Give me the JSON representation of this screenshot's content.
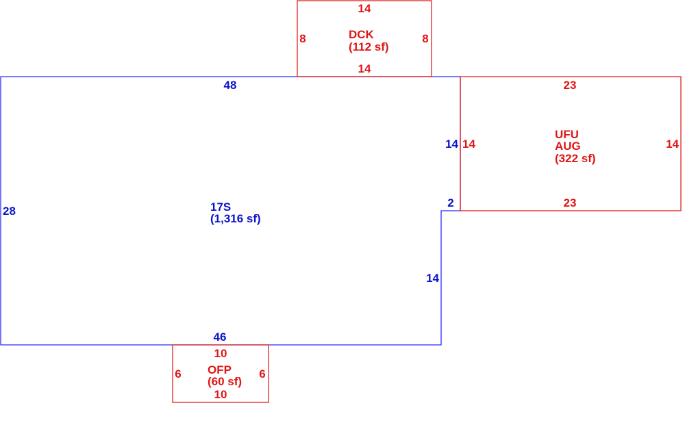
{
  "colors": {
    "main": "#0b14c8",
    "addon": "#e01616"
  },
  "main_area": {
    "code": "17S",
    "area": "(1,316 sf)",
    "dims": {
      "top": "48",
      "left": "28",
      "right_upper": "14",
      "step": "2",
      "right_lower": "14",
      "bottom": "46"
    }
  },
  "deck": {
    "code": "DCK",
    "area": "(112 sf)",
    "dims": {
      "top": "14",
      "bottom": "14",
      "left": "8",
      "right": "8"
    }
  },
  "garage": {
    "code1": "UFU",
    "code2": "AUG",
    "area": "(322 sf)",
    "dims": {
      "top": "23",
      "bottom": "23",
      "left": "14",
      "right": "14"
    }
  },
  "porch": {
    "code": "OFP",
    "area": "(60 sf)",
    "dims": {
      "top": "10",
      "bottom": "10",
      "left": "6",
      "right": "6"
    }
  }
}
